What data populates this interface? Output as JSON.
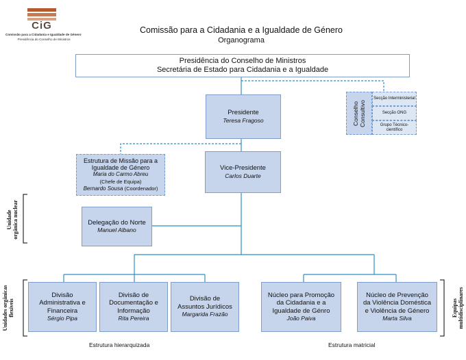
{
  "logo": {
    "text": "CiG",
    "org_line1": "Comissão para a Cidadania e Igualdade de Género",
    "org_line2": "Presidência do Conselho de Ministros",
    "bar_colors": [
      "#b35a2e",
      "#c87a4f",
      "#dca07a"
    ]
  },
  "header": {
    "title": "Comissão para a Cidadania e a Igualdade de Género",
    "subtitle": "Organograma"
  },
  "top": {
    "line1": "Presidência do Conselho de Ministros",
    "line2": "Secretária de Estado para Cidadania e a Igualdade"
  },
  "president": {
    "title": "Presidente",
    "name": "Teresa Fragoso"
  },
  "council": {
    "label": "Conselho Consultivo",
    "sections": [
      "Secção Interministerial",
      "Secção ONG",
      "Grupo Técnico-científico"
    ]
  },
  "mission": {
    "title": "Estrutura de Missão para a Igualdade de Género",
    "name1": "Maria do Carmo Abreu",
    "role1": "(Chefe de Equipa)",
    "name2": "Bernardo Sousa",
    "role2": "(Coordenador)"
  },
  "vice": {
    "title": "Vice-Presidente",
    "name": "Carlos Duarte"
  },
  "north": {
    "title": "Delegação do Norte",
    "name": "Manuel Albano"
  },
  "divisions": [
    {
      "title": "Divisão Administrativa e Financeira",
      "name": "Sérgio Pipa"
    },
    {
      "title": "Divisão de Documentação e Informação",
      "name": "Rita Pereira"
    },
    {
      "title": "Divisão de Assuntos Jurídicos",
      "name": "Margarida Frazão"
    }
  ],
  "nuclei": [
    {
      "title": "Núcleo para Promoção da Cidadania e a Igualdade de Génro",
      "name": "João Paiva"
    },
    {
      "title": "Núcleo de Prevenção da Violência Doméstica e Violência de Género",
      "name": "Marta Silva"
    }
  ],
  "side_labels": {
    "nuclear": "Unidade orgânica nuclear",
    "flexible": "Unidades orgânicas flexíveis",
    "teams": "Equipas multidisciplinares"
  },
  "footer": {
    "hierarchical": "Estrutura hierarquizada",
    "matrix": "Estrutura matricial"
  },
  "colors": {
    "box_fill": "#c6d4ec",
    "box_border": "#7f9dc9",
    "connector": "#2a8fc7"
  }
}
